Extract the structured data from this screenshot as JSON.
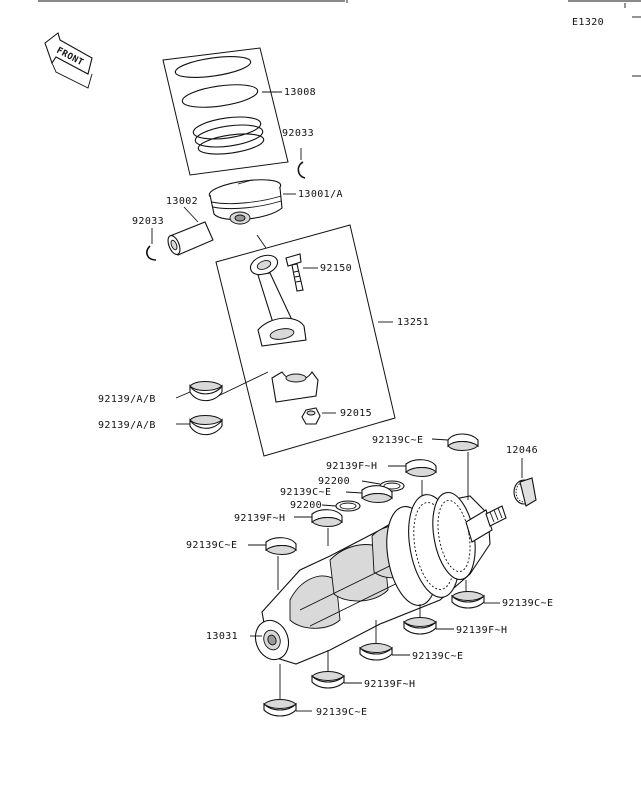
{
  "diagram": {
    "code": "E1320",
    "front_label": "FRONT"
  },
  "callouts": {
    "c13008": "13008",
    "c92033a": "92033",
    "c13001": "13001/A",
    "c13002": "13002",
    "c92033b": "92033",
    "c92150": "92150",
    "c13251": "13251",
    "c92139ab1": "92139/A/B",
    "c92139ab2": "92139/A/B",
    "c92015": "92015",
    "c92139ce1": "92139C~E",
    "c12046": "12046",
    "c92139fh1": "92139F~H",
    "c92200a": "92200",
    "c92139ce2": "92139C~E",
    "c92200b": "92200",
    "c92139fh2": "92139F~H",
    "c92139ce3": "92139C~E",
    "c92139ce4": "92139C~E",
    "c13031": "13031",
    "c92139fh3": "92139F~H",
    "c92139ce5": "92139C~E",
    "c92139fh4": "92139F~H",
    "c92139ce6": "92139C~E"
  }
}
